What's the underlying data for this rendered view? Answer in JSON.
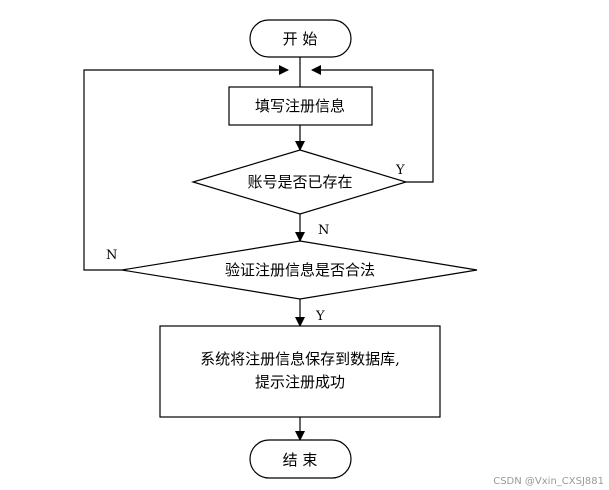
{
  "flowchart": {
    "start": "开 始",
    "fill_info": "填写注册信息",
    "account_check": "账号是否已存在",
    "account_yes": "Y",
    "account_no": "N",
    "validate_check": "验证注册信息是否合法",
    "validate_no": "N",
    "validate_yes": "Y",
    "save_line1": "系统将注册信息保存到数据库,",
    "save_line2": "提示注册成功",
    "end": "结 束"
  },
  "watermark": "CSDN @Vxin_CXSJ881"
}
